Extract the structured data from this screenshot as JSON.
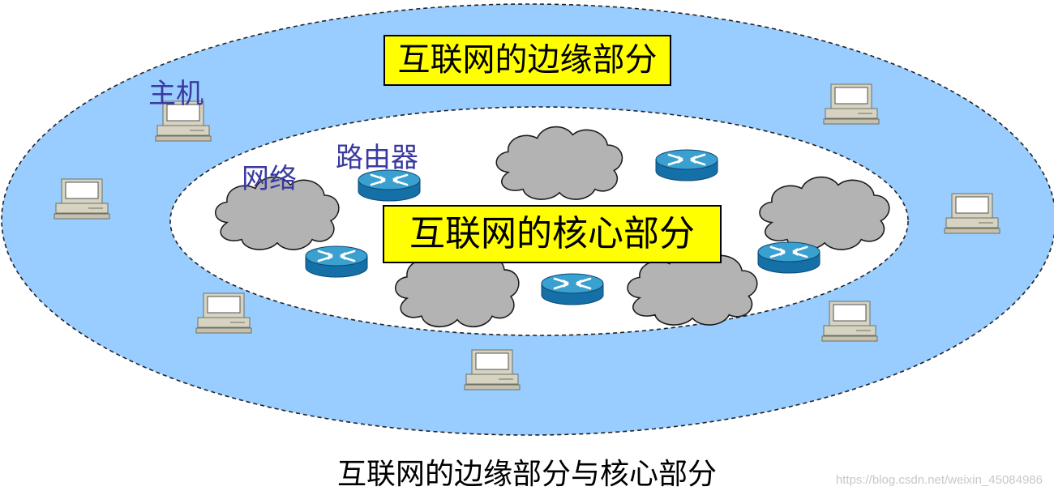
{
  "labels": {
    "edge_box": "互联网的边缘部分",
    "core_box": "互联网的核心部分",
    "host": "主机",
    "network": "网络",
    "router": "路由器"
  },
  "caption": "互联网的边缘部分与核心部分",
  "watermark": "https://blog.csdn.net/weixin_45084986",
  "colors": {
    "edge_region": "#99ccff",
    "core_region": "#ffffff",
    "label_box": "#ffff00",
    "label_text_blue": "#3a3aa0",
    "cloud": "#b3b3b3",
    "router_top": "#3aa0d0",
    "router_side": "#1670a8",
    "computer_body": "#d6d3c2"
  },
  "icons": {
    "host": "computer-host-icon",
    "network": "network-cloud-icon",
    "router": "router-icon"
  }
}
